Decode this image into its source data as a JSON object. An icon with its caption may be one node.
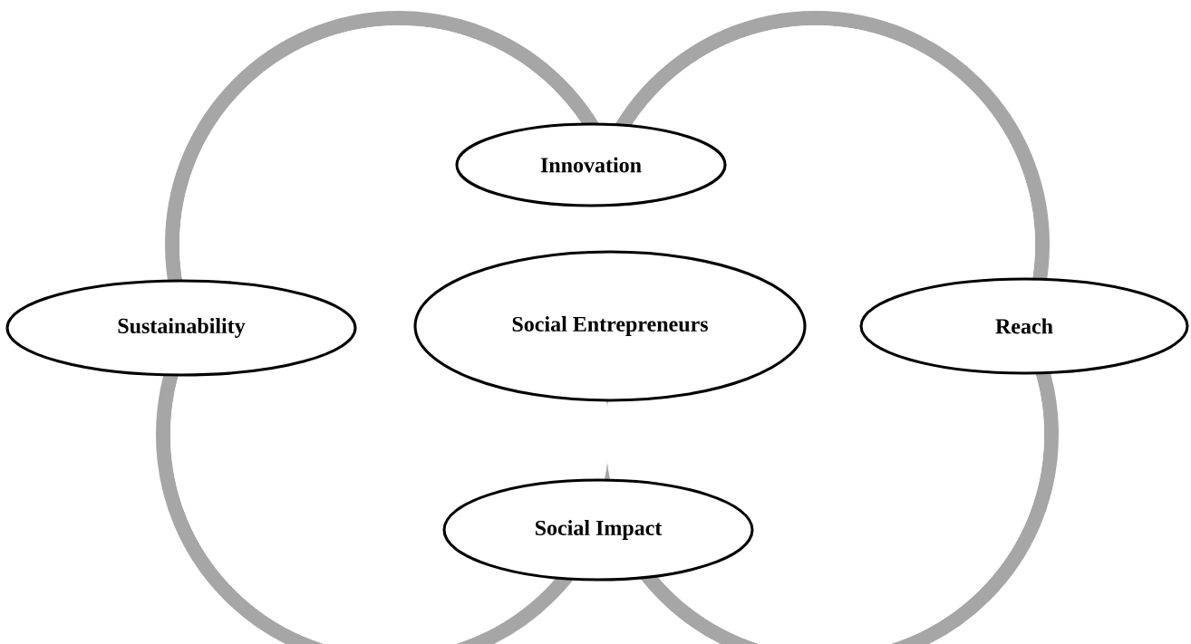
{
  "diagram": {
    "nodes": [
      {
        "text": [
          "Innovation"
        ]
      },
      {
        "text": [
          "Sustainability"
        ]
      },
      {
        "text": [
          "Social Entrepreneurs"
        ]
      },
      {
        "text": [
          "Reach"
        ]
      },
      {
        "text": [
          "Social Impact"
        ]
      }
    ]
  }
}
